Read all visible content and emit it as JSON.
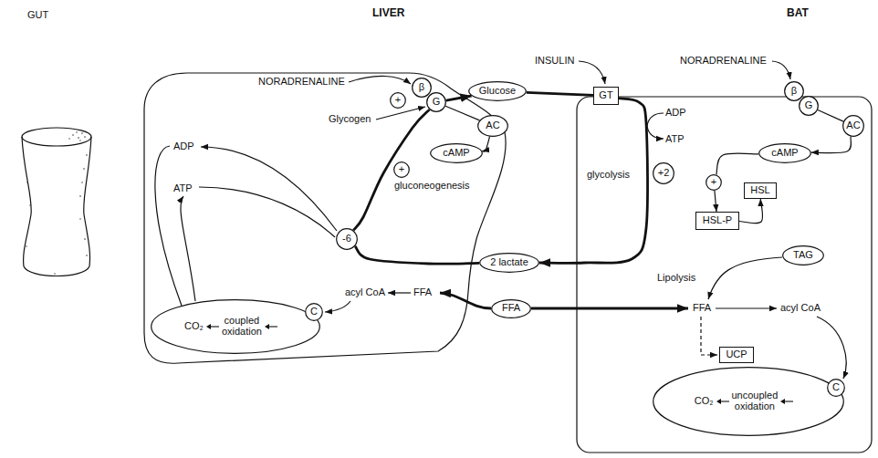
{
  "diagram": {
    "nodes": [
      {
        "text": [
          "LIVER"
        ]
      },
      {
        "text": [
          "β"
        ],
        "in": 0
      },
      {
        "text": [
          "G"
        ],
        "in": 0
      },
      {
        "text": [
          "AC"
        ],
        "in": 0
      },
      {
        "text": [
          "+"
        ],
        "in": 0
      },
      {
        "text": [
          "cAMP"
        ],
        "in": 0
      },
      {
        "text": [
          "+"
        ],
        "in": 0
      },
      {
        "text": [
          "-6"
        ],
        "in": 0
      },
      {
        "text": [
          "CO₂",
          "coupled oxidation"
        ],
        "in": 0
      },
      {
        "text": [
          "C"
        ],
        "in": 0
      },
      {
        "text": [
          "Glucose"
        ]
      },
      {
        "text": [
          "2 lactate"
        ]
      },
      {
        "text": [
          "FFA"
        ]
      },
      {
        "text": [
          "BAT"
        ]
      },
      {
        "text": [
          "GT"
        ],
        "in": 13
      },
      {
        "text": [
          "β"
        ],
        "in": 13
      },
      {
        "text": [
          "G"
        ],
        "in": 13
      },
      {
        "text": [
          "AC"
        ],
        "in": 13
      },
      {
        "text": [
          "cAMP"
        ],
        "in": 13
      },
      {
        "text": [
          "+2"
        ],
        "in": 13
      },
      {
        "text": [
          "+"
        ],
        "in": 13
      },
      {
        "text": [
          "HSL"
        ],
        "in": 13
      },
      {
        "text": [
          "HSL-P"
        ],
        "in": 13
      },
      {
        "text": [
          "TAG"
        ],
        "in": 13
      },
      {
        "text": [
          "UCP"
        ],
        "in": 13
      },
      {
        "text": [
          "CO₂",
          "uncoupled oxidation"
        ],
        "in": 13
      },
      {
        "text": [
          "C"
        ],
        "in": 13
      }
    ],
    "edges": [
      {
        "from": 2,
        "to": 10,
        "arrow": "to"
      },
      {
        "from": 10,
        "to": 14,
        "arrow": "none"
      },
      {
        "from": 14,
        "to": 11,
        "arrow": "to"
      },
      {
        "from": 11,
        "to": 7,
        "arrow": "none"
      },
      {
        "from": 7,
        "to": 2,
        "arrow": "none"
      },
      {
        "from": 2,
        "to": 3,
        "arrow": "none"
      },
      {
        "from": 3,
        "to": 5,
        "arrow": "to"
      },
      {
        "from": 16,
        "to": 17,
        "arrow": "none"
      },
      {
        "from": 17,
        "to": 18,
        "arrow": "to"
      },
      {
        "from": 18,
        "to": 20,
        "arrow": "none"
      },
      {
        "from": 20,
        "to": 22,
        "arrow": "to"
      },
      {
        "from": 22,
        "to": 21,
        "arrow": "to"
      }
    ],
    "labels": [
      "GUT",
      "NORADRENALINE",
      "Glycogen",
      "gluconeogenesis",
      "ADP",
      "ATP",
      "acyl CoA",
      "FFA",
      "INSULIN",
      "NORADRENALINE",
      "ADP",
      "ATP",
      "glycolysis",
      "Lipolysis",
      "FFA",
      "acyl CoA"
    ]
  }
}
